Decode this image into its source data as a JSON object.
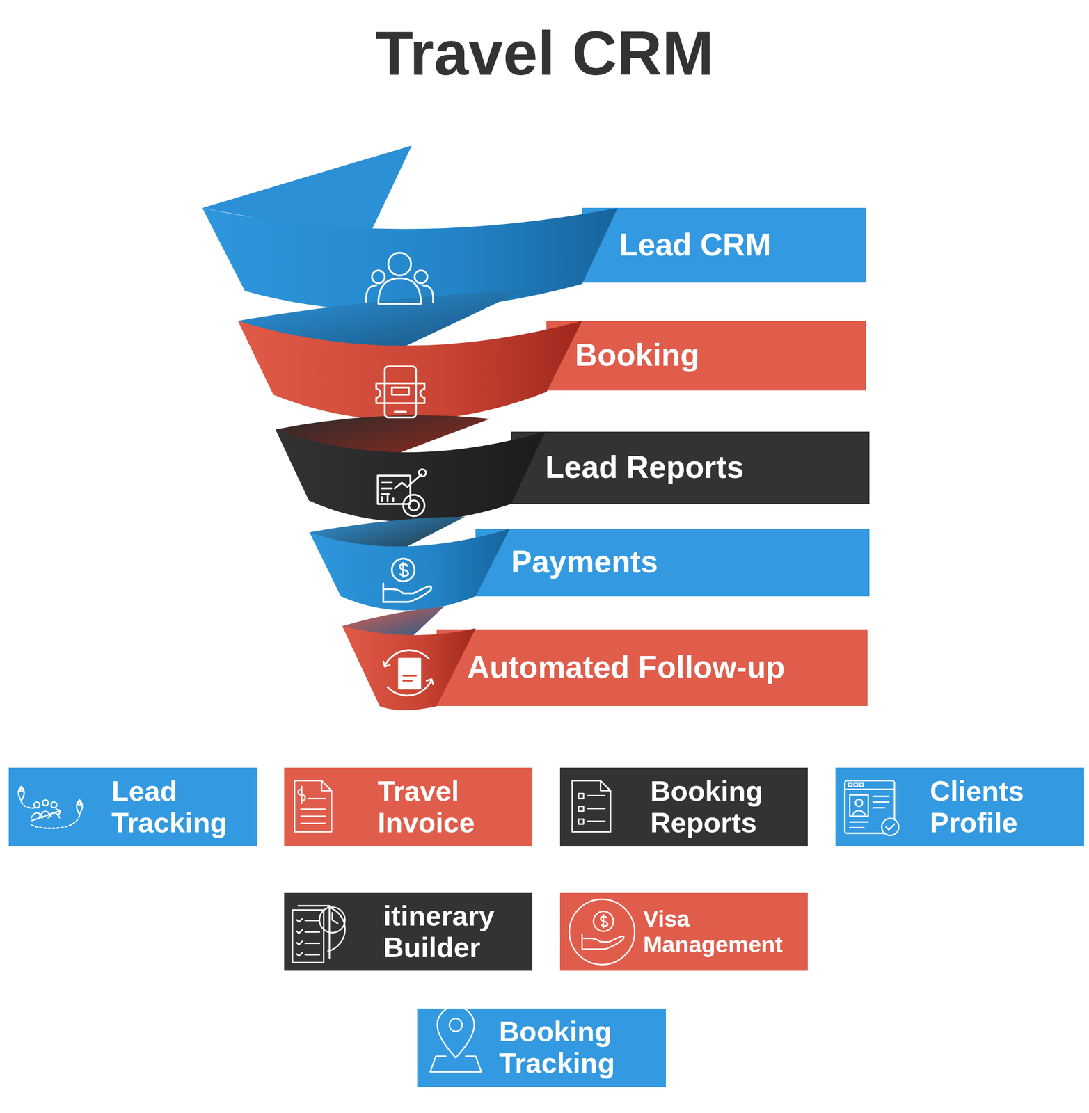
{
  "diagram": {
    "title": "Travel CRM",
    "nodes": [
      {
        "text": [
          "Lead CRM"
        ]
      },
      {
        "text": [
          "Booking"
        ]
      },
      {
        "text": [
          "Lead Reports"
        ]
      },
      {
        "text": [
          "Payments"
        ]
      },
      {
        "text": [
          "Automated Follow-up"
        ]
      },
      {
        "text": [
          "Lead Tracking"
        ]
      },
      {
        "text": [
          "Travel Invoice"
        ]
      },
      {
        "text": [
          "Booking Reports"
        ]
      },
      {
        "text": [
          "Clients Profile"
        ]
      },
      {
        "text": [
          "itinerary Builder"
        ]
      },
      {
        "text": [
          "Visa Management"
        ]
      },
      {
        "text": [
          "Booking Tracking"
        ]
      }
    ]
  }
}
